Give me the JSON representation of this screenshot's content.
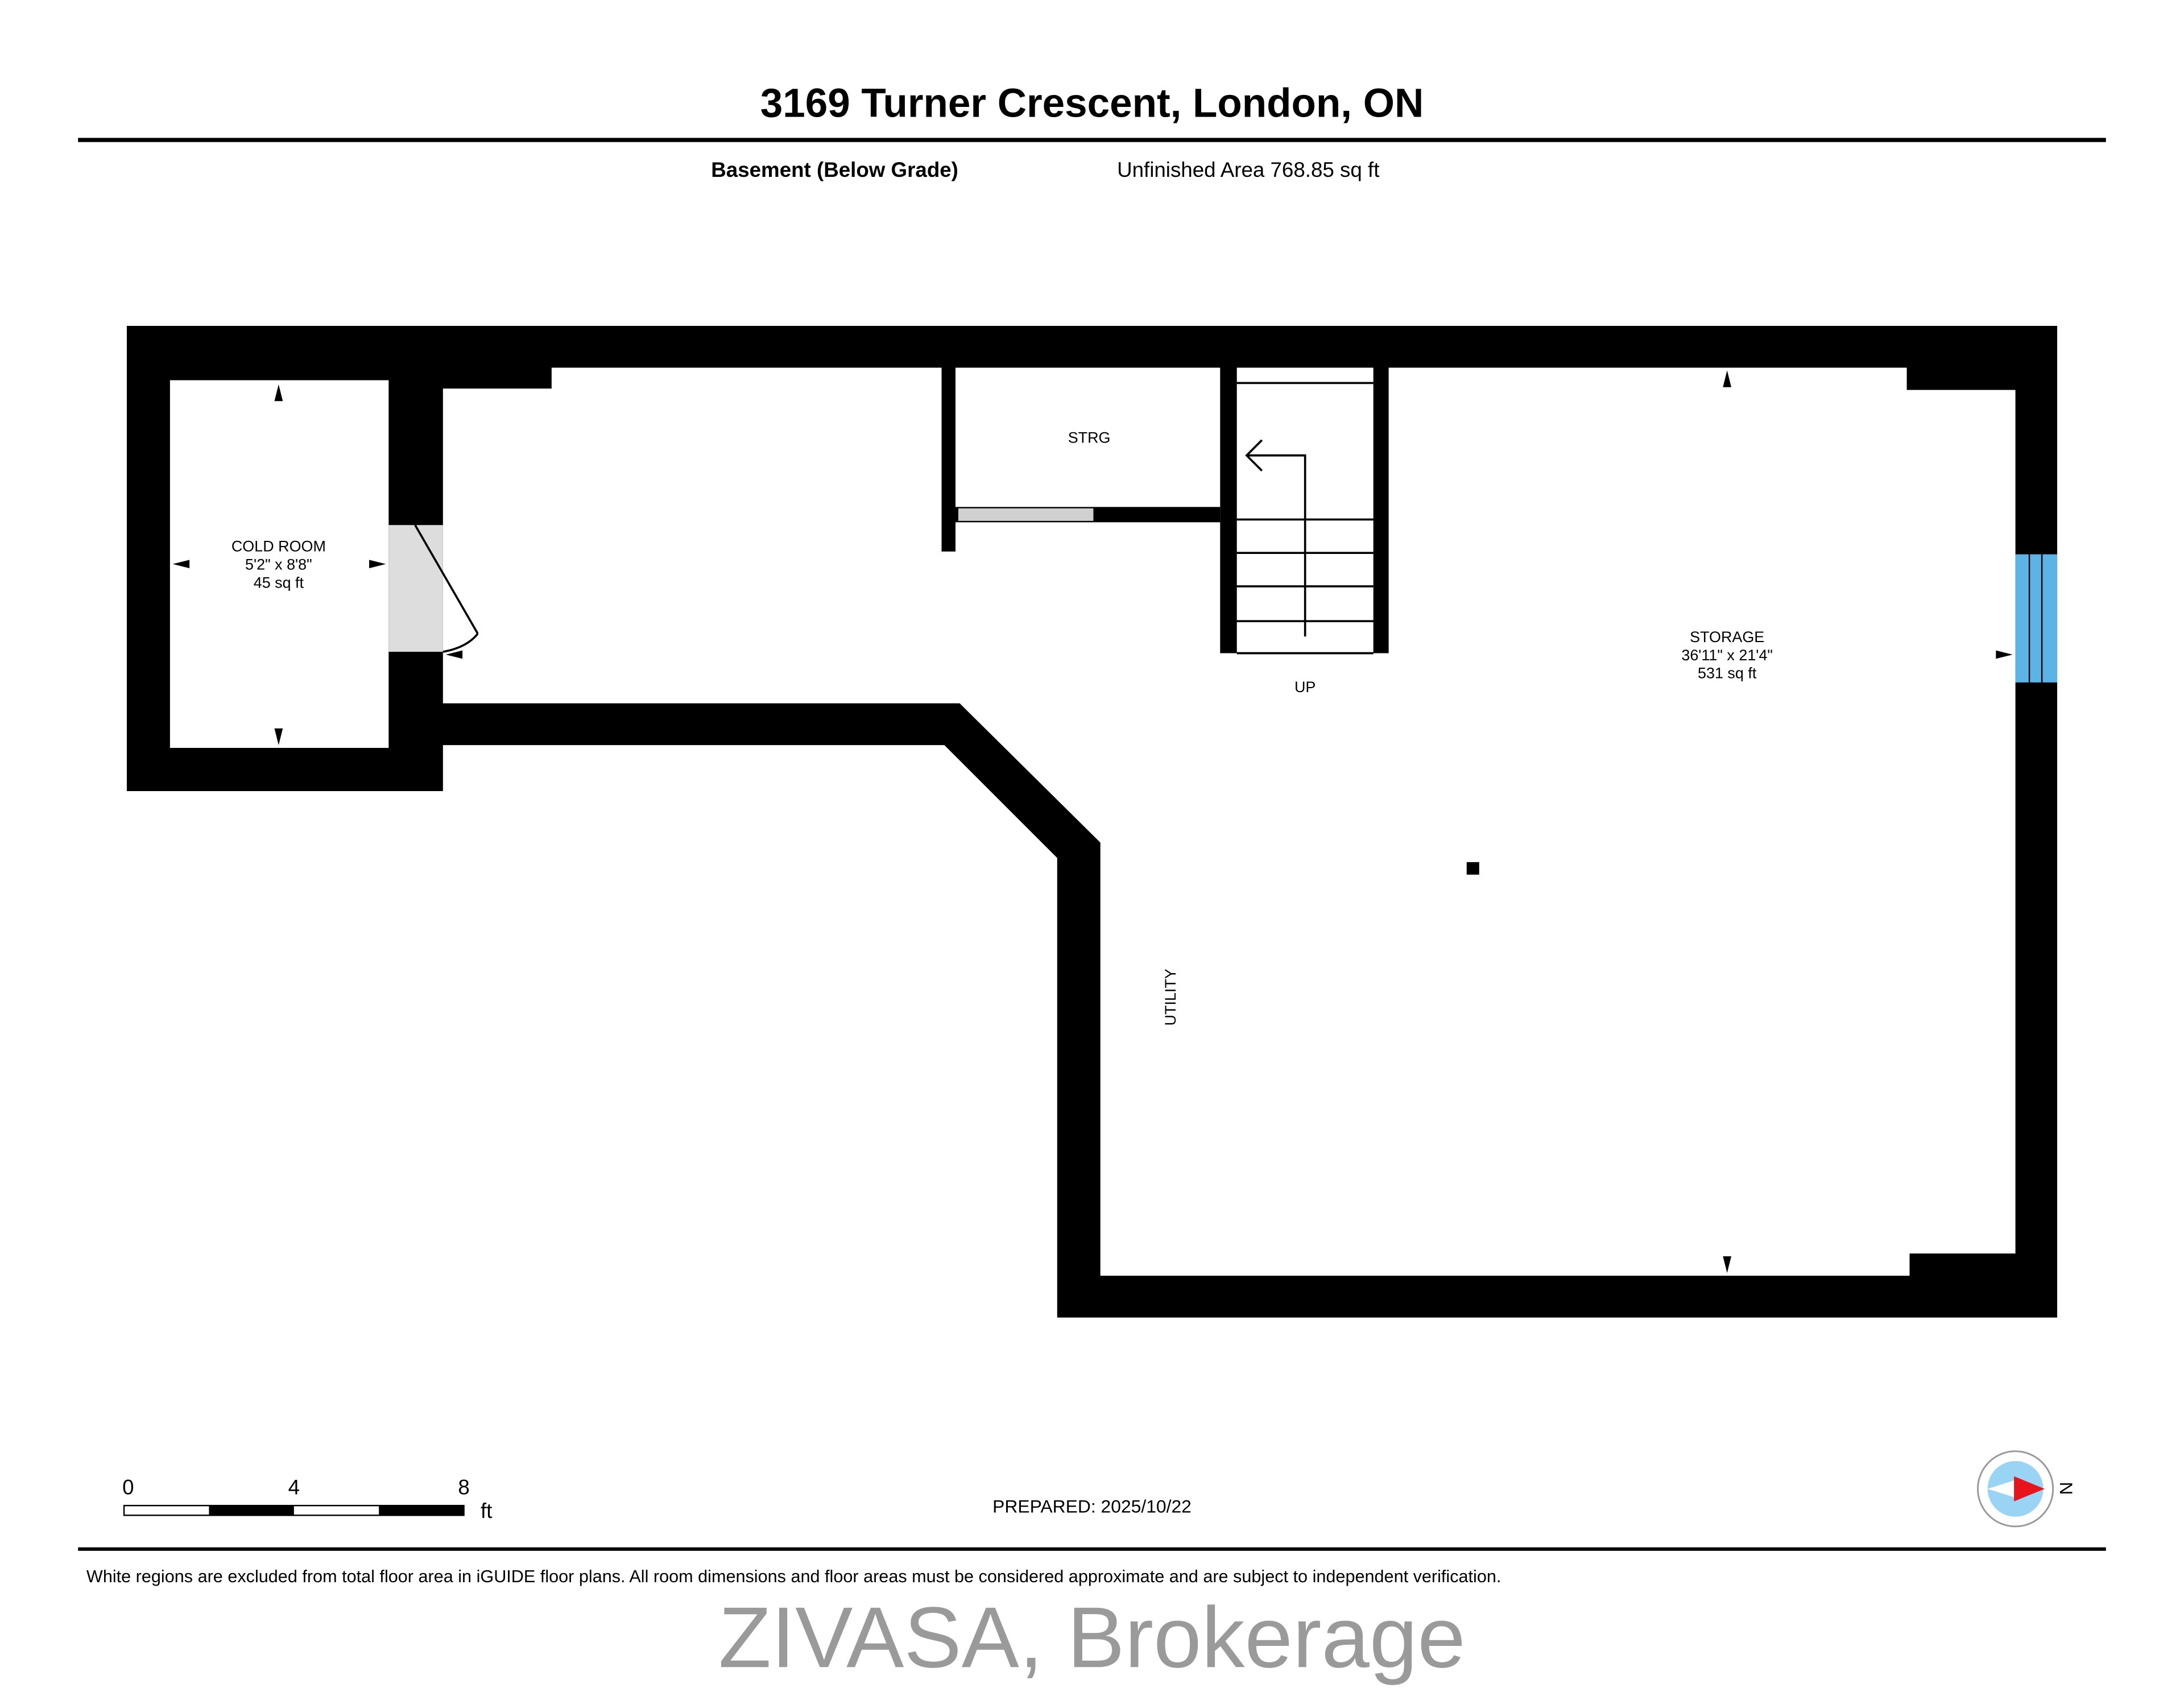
{
  "header": {
    "title": "3169 Turner Crescent, London, ON",
    "floor_label": "Basement (Below Grade)",
    "area_label": "Unfinished Area 768.85 sq ft"
  },
  "rooms": {
    "cold_room": {
      "name": "COLD ROOM",
      "dims": "5'2\" x 8'8\"",
      "area": "45 sq ft"
    },
    "strg": {
      "name": "STRG"
    },
    "stairs": {
      "label": "UP"
    },
    "storage": {
      "name": "STORAGE",
      "dims": "36'11\" x 21'4\"",
      "area": "531 sq ft"
    },
    "utility": {
      "name": "UTILITY"
    }
  },
  "scale_bar": {
    "ticks": [
      "0",
      "4",
      "8"
    ],
    "unit": "ft"
  },
  "prepared": "PREPARED: 2025/10/22",
  "compass": {
    "label": "N",
    "colors": {
      "ring": "#9ad4f5",
      "needle": "#e8141b"
    }
  },
  "window_color": "#5bb4e5",
  "footer": {
    "disclaimer": "White regions are excluded from total floor area in iGUIDE floor plans. All room dimensions and floor areas must be considered approximate and are subject to independent verification.",
    "watermark": "ZIVASA, Brokerage"
  }
}
